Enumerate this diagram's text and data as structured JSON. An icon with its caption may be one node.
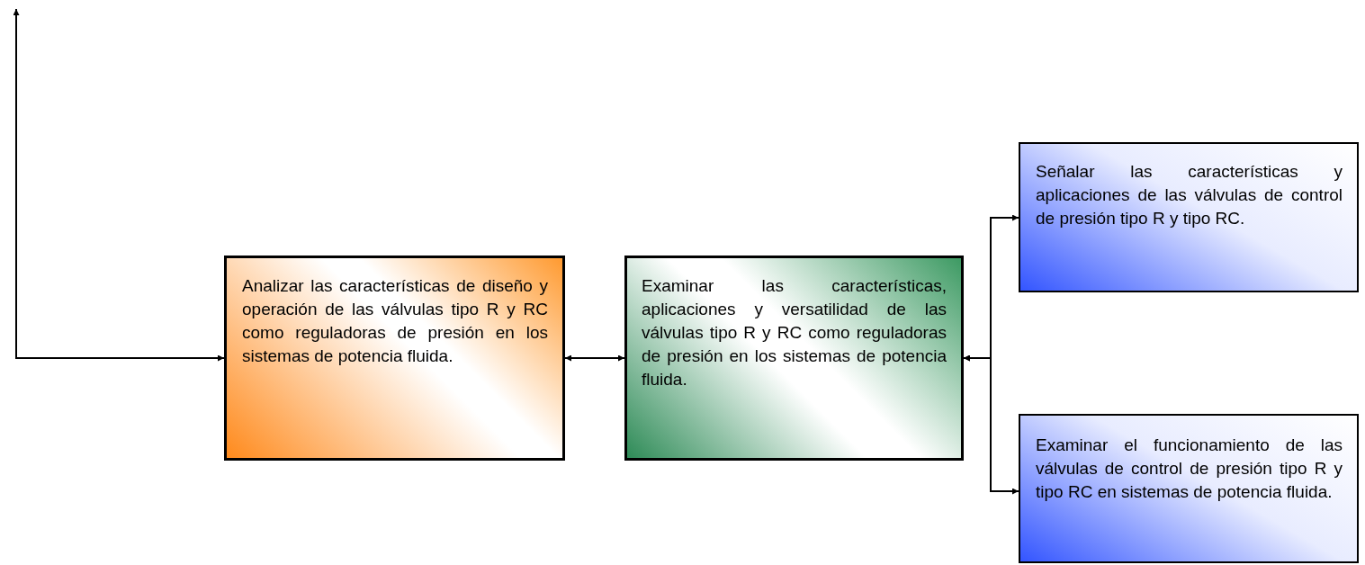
{
  "diagram": {
    "nodes": [
      {
        "text": [
          "Analizar las características de diseño y operación de las válvulas tipo R y RC como reguladoras de presión en los sistemas de potencia fluida."
        ]
      },
      {
        "text": [
          "Examinar las características, aplicaciones y versatilidad de las válvulas tipo R y RC como reguladoras de presión en los sistemas de potencia fluida."
        ]
      },
      {
        "text": [
          "Señalar las características y aplicaciones de las válvulas de control de presión tipo R y tipo RC."
        ]
      },
      {
        "text": [
          "Examinar el funcionamiento de las válvulas de control de presión tipo R y tipo RC en sistemas de potencia fluida."
        ]
      }
    ],
    "edges": [
      {
        "from": null,
        "to": 0,
        "arrow": "both"
      },
      {
        "from": 0,
        "to": 1,
        "arrow": "both"
      },
      {
        "from": 1,
        "to": 2,
        "arrow": "both"
      },
      {
        "from": 1,
        "to": 3,
        "arrow": "both"
      }
    ]
  }
}
